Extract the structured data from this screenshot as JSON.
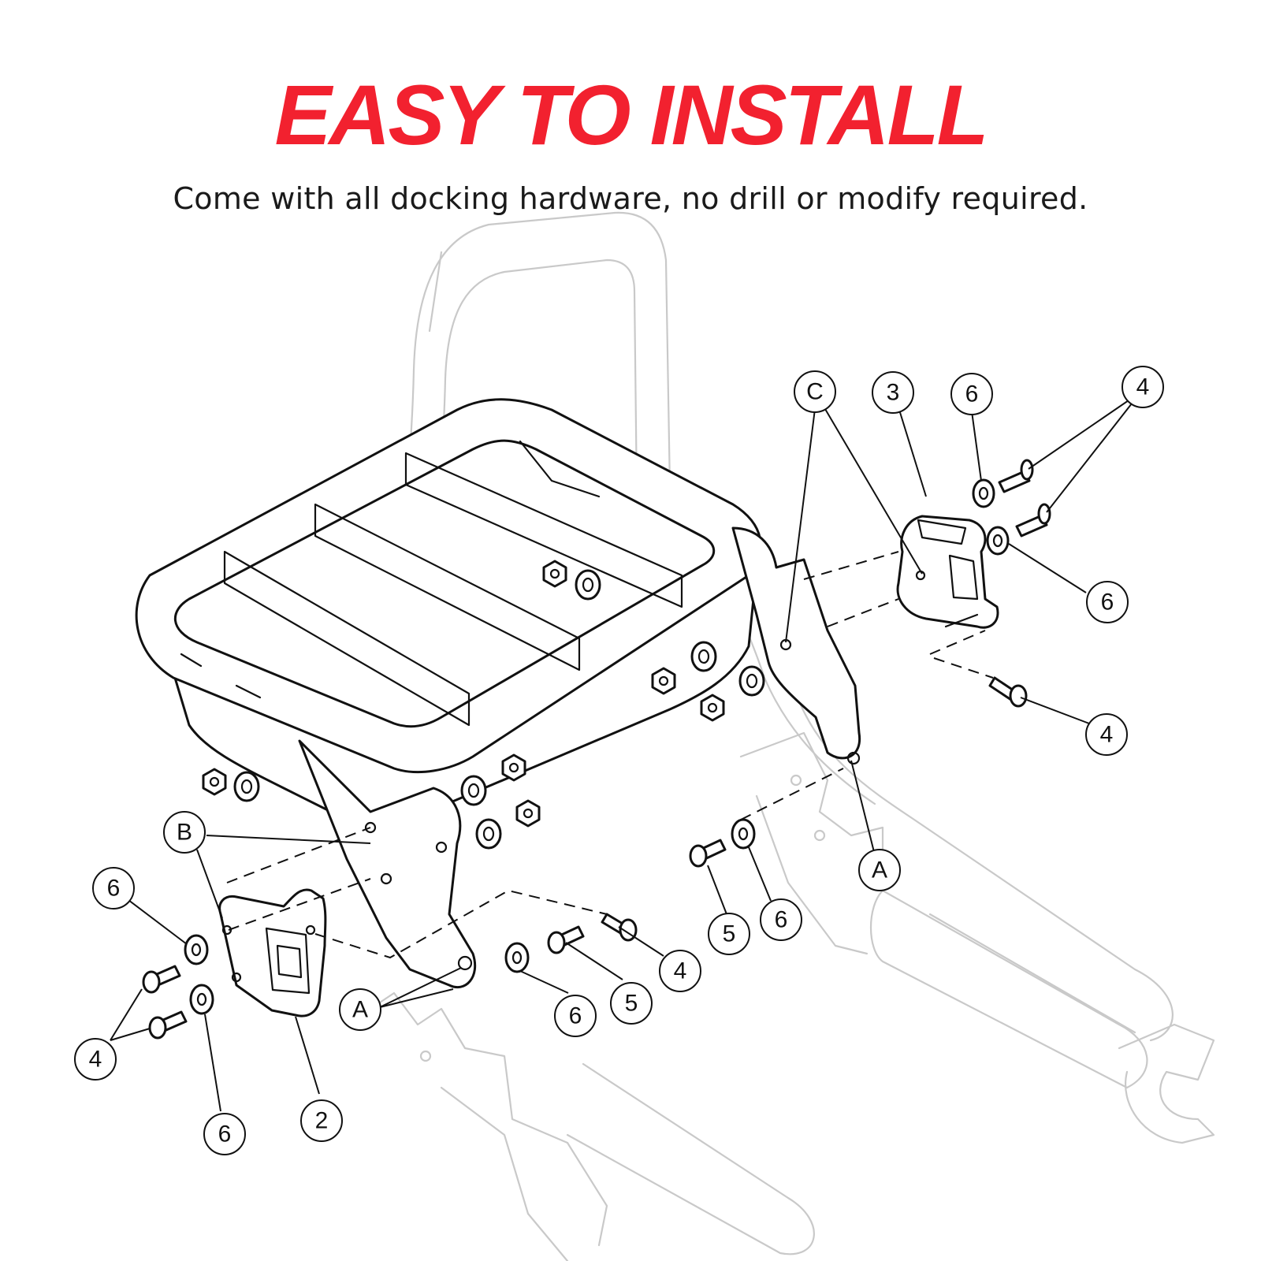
{
  "header": {
    "title": "EASY TO INSTALL",
    "subtitle": "Come with all docking hardware, no drill or modify required."
  },
  "colors": {
    "title": "#f2212f",
    "line": "#111111",
    "ghost_line": "#c9c9c9"
  },
  "callouts": {
    "C": "C",
    "three": "3",
    "six_top": "6",
    "four_top": "4",
    "six_right": "6",
    "four_right": "4",
    "A_right": "A",
    "six_mid": "6",
    "five_mid": "5",
    "four_mid": "4",
    "five_low": "5",
    "six_low": "6",
    "A_left": "A",
    "B": "B",
    "six_left": "6",
    "four_left": "4",
    "six_bottom": "6",
    "two": "2"
  }
}
